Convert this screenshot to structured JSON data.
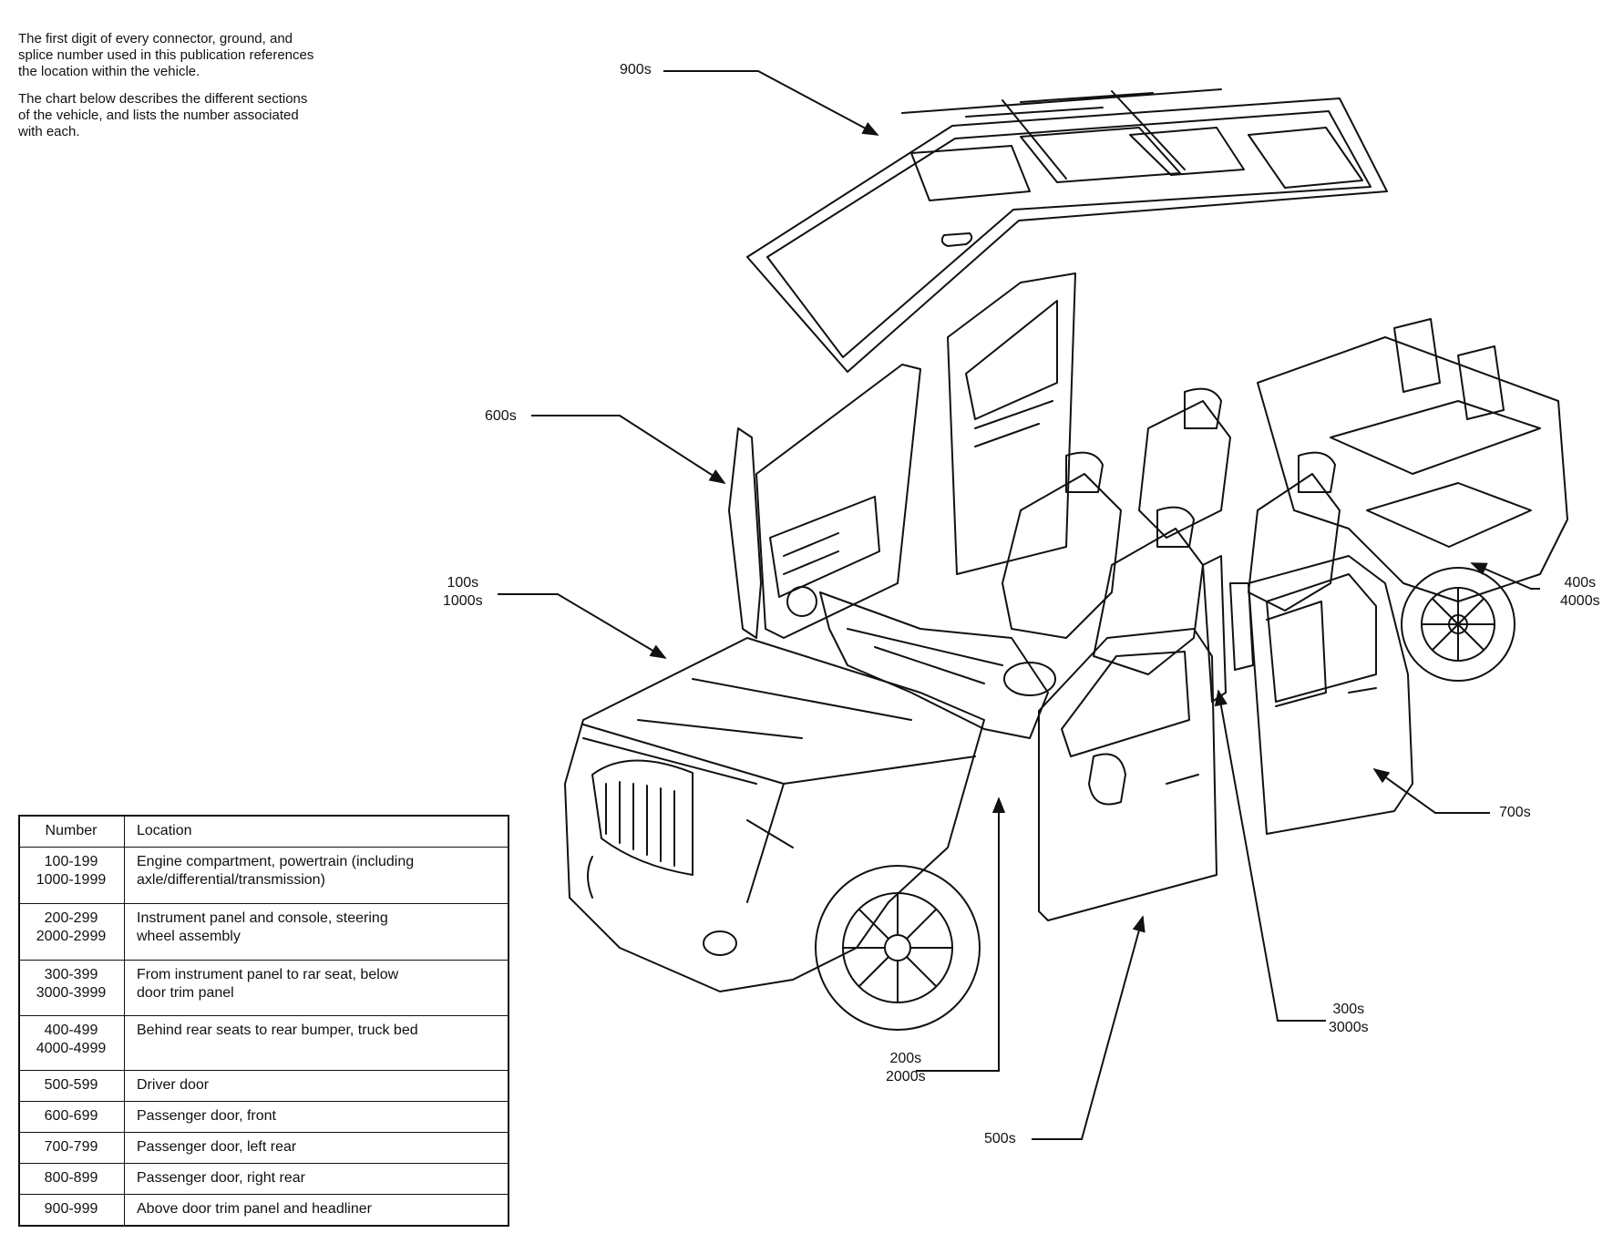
{
  "intro": {
    "paragraph1": "The first digit of every connector, ground, and splice number used in this publication references the location within the vehicle.",
    "paragraph2": "The chart below describes the different sections of the vehicle, and lists the number associated with each."
  },
  "callouts": {
    "c900": "900s",
    "c600": "600s",
    "c100_a": "100s",
    "c100_b": "1000s",
    "c400_a": "400s",
    "c400_b": "4000s",
    "c700": "700s",
    "c300_a": "300s",
    "c300_b": "3000s",
    "c200_a": "200s",
    "c200_b": "2000s",
    "c500": "500s"
  },
  "table": {
    "header_number": "Number",
    "header_location": "Location",
    "rows": [
      {
        "n1": "100-199",
        "n2": "1000-1999",
        "loc1": "Engine compartment, powertrain (including",
        "loc2": "axle/differential/transmission)"
      },
      {
        "n1": "200-299",
        "n2": "2000-2999",
        "loc1": "Instrument panel and console, steering",
        "loc2": "wheel assembly"
      },
      {
        "n1": "300-399",
        "n2": "3000-3999",
        "loc1": "From instrument panel to rar seat, below",
        "loc2": "door trim panel"
      },
      {
        "n1": "400-499",
        "n2": "4000-4999",
        "loc1": "Behind rear seats to rear bumper, truck bed",
        "loc2": ""
      },
      {
        "n1": "500-599",
        "n2": "",
        "loc1": "Driver door",
        "loc2": ""
      },
      {
        "n1": "600-699",
        "n2": "",
        "loc1": "Passenger door, front",
        "loc2": ""
      },
      {
        "n1": "700-799",
        "n2": "",
        "loc1": "Passenger door, left rear",
        "loc2": ""
      },
      {
        "n1": "800-899",
        "n2": "",
        "loc1": "Passenger door, right rear",
        "loc2": ""
      },
      {
        "n1": "900-999",
        "n2": "",
        "loc1": "Above door trim panel and headliner",
        "loc2": ""
      }
    ]
  }
}
